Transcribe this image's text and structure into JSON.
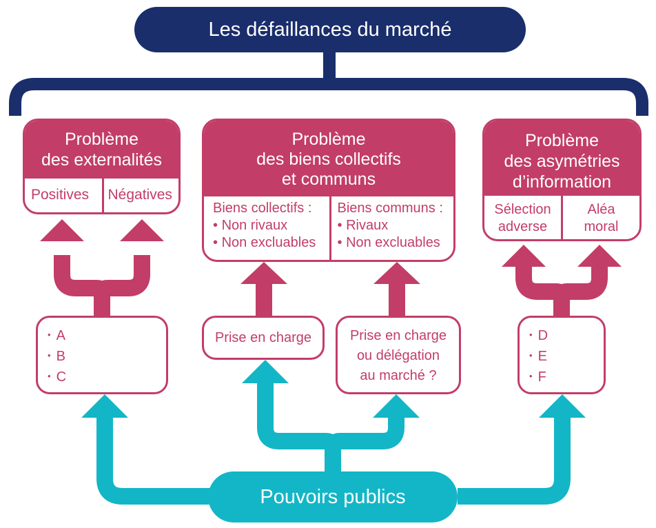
{
  "title": "Les défaillances du marché",
  "externalites": {
    "heading": "Problème\ndes externalités",
    "left": "Positives",
    "right": "Négatives",
    "items": [
      "A",
      "B",
      "C"
    ]
  },
  "biens": {
    "heading": "Problème\ndes biens collectifs\net communs",
    "left_title": "Biens collectifs :",
    "left_items": [
      "Non rivaux",
      "Non excluables"
    ],
    "right_title": "Biens communs :",
    "right_items": [
      "Rivaux",
      "Non excluables"
    ],
    "box_left": "Prise en charge",
    "box_right": "Prise en charge\nou délégation\nau marché ?"
  },
  "asymetries": {
    "heading": "Problème\ndes asymétries\nd’information",
    "left": "Sélection\nadverse",
    "right": "Aléa\nmoral",
    "items": [
      "D",
      "E",
      "F"
    ]
  },
  "pouvoirs": "Pouvoirs publics",
  "colors": {
    "navy": "#1a2e6c",
    "crimson": "#c23d68",
    "teal": "#13b6c6"
  }
}
